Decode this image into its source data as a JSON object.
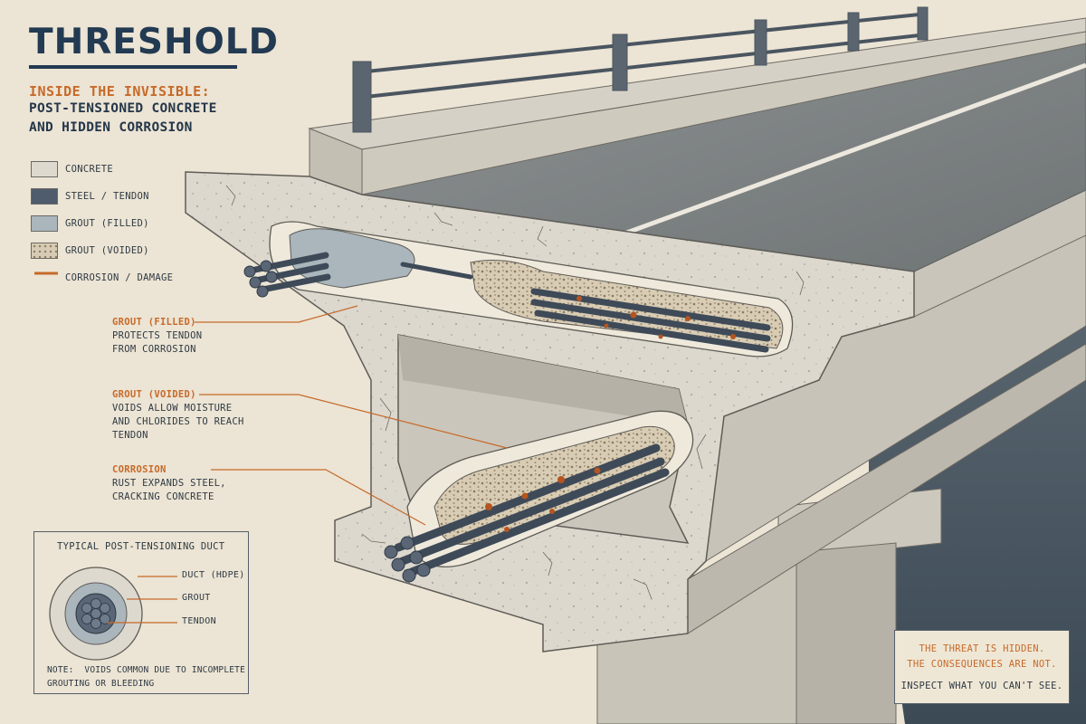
{
  "title": "THRESHOLD",
  "subtitle_line1": "INSIDE THE INVISIBLE:",
  "subtitle_line2": "POST-TENSIONED CONCRETE",
  "subtitle_line3": "AND HIDDEN CORROSION",
  "legend": {
    "concrete": "CONCRETE",
    "steel": "STEEL / TENDON",
    "grout_filled": "GROUT (FILLED)",
    "grout_voided": "GROUT (VOIDED)",
    "corrosion": "CORROSION / DAMAGE"
  },
  "callouts": {
    "filled": {
      "heading": "GROUT (FILLED)",
      "line1": "PROTECTS TENDON",
      "line2": "FROM CORROSION"
    },
    "voided": {
      "heading": "GROUT (VOIDED)",
      "line1": "VOIDS ALLOW MOISTURE",
      "line2": "AND CHLORIDES TO REACH",
      "line3": "TENDON"
    },
    "corrosion": {
      "heading": "CORROSION",
      "line1": "RUST EXPANDS STEEL,",
      "line2": "CRACKING CONCRETE"
    }
  },
  "duct_inset": {
    "title": "TYPICAL POST-TENSIONING DUCT",
    "duct_label": "DUCT (HDPE)",
    "grout_label": "GROUT",
    "tendon_label": "TENDON",
    "note_line1": "NOTE:  VOIDS COMMON DUE TO INCOMPLETE",
    "note_line2": "GROUTING OR BLEEDING"
  },
  "message": {
    "line1": "THE THREAT IS HIDDEN.",
    "line2": "THE CONSEQUENCES ARE NOT.",
    "line3": "INSPECT WHAT YOU CAN'T SEE."
  },
  "colors": {
    "paper": "#ece4d4",
    "ink": "#223a52",
    "accent_orange": "#c66a2a",
    "concrete": "#ddd9cf",
    "steel": "#4e5c6c",
    "rust": "#b5551f"
  }
}
